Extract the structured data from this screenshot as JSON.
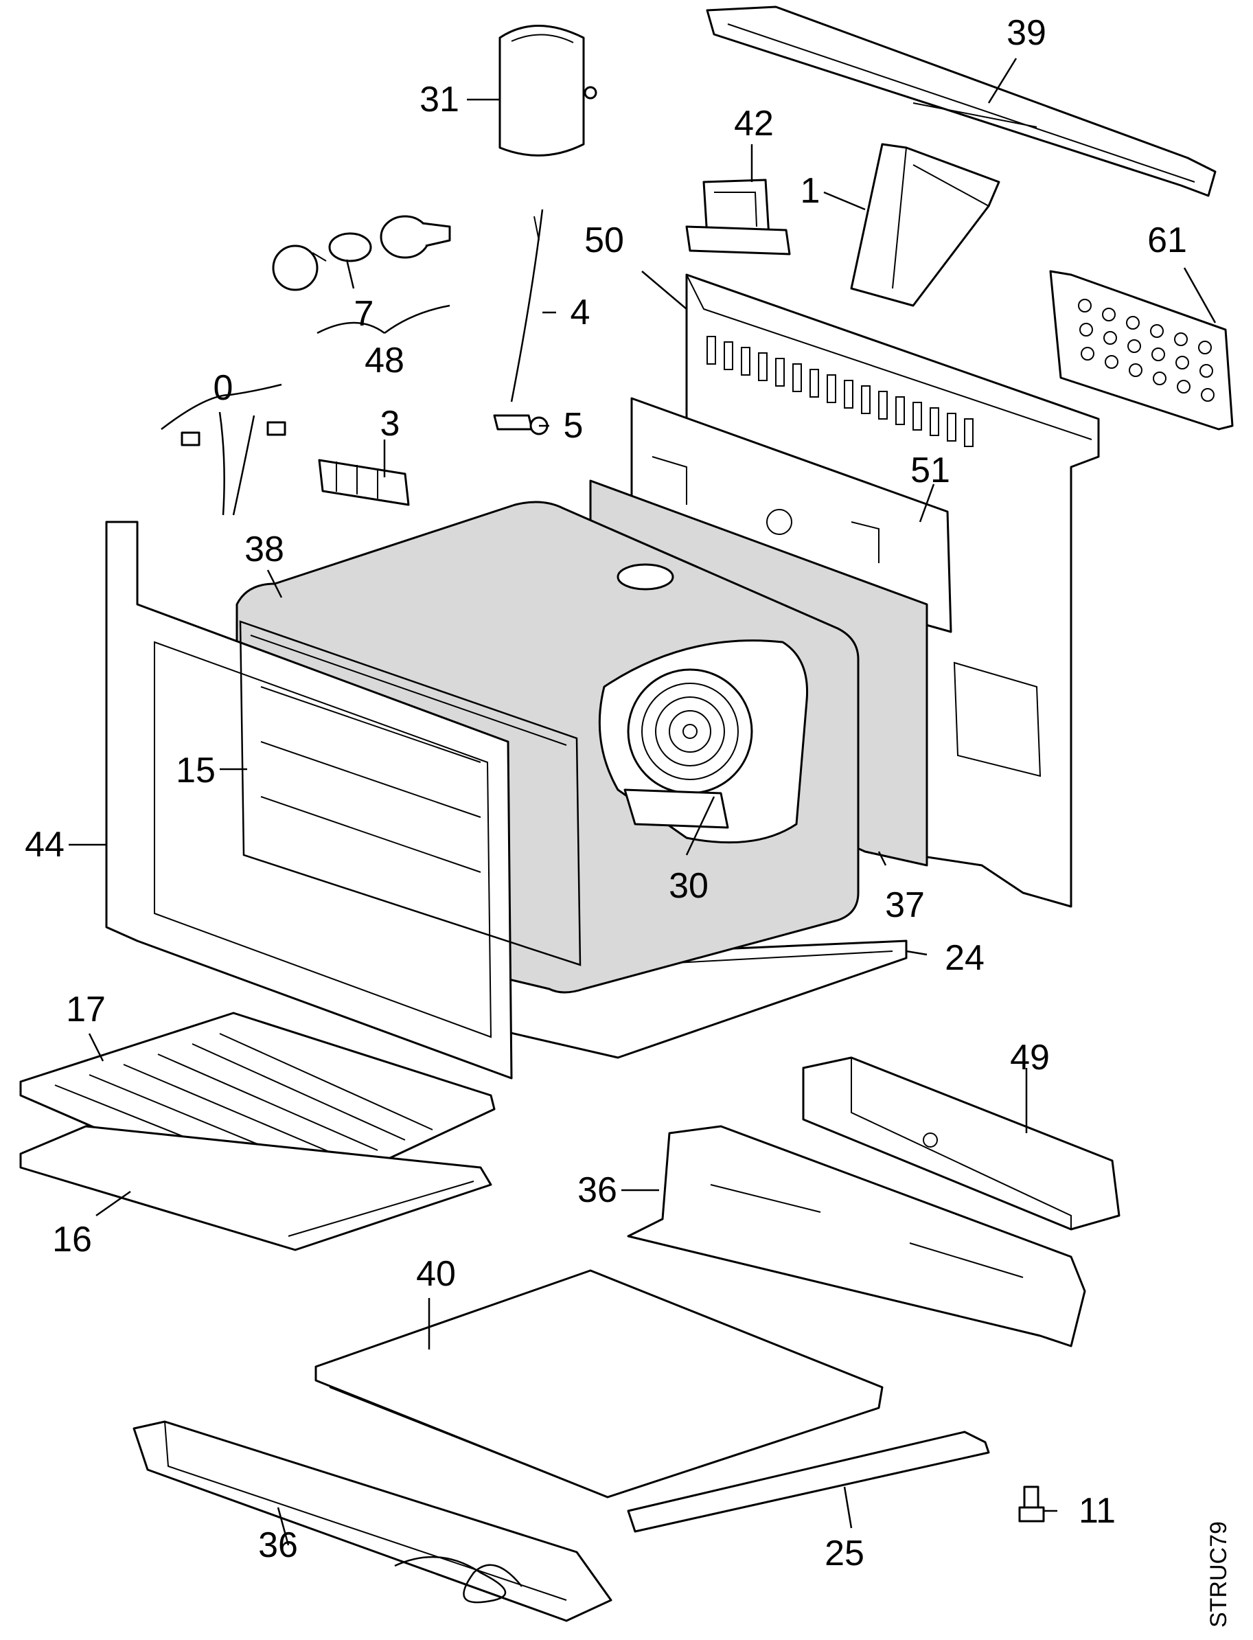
{
  "diagram": {
    "drawing_code": "STRUC79",
    "part_labels": [
      {
        "key": "p31",
        "text": "31"
      },
      {
        "key": "p39",
        "text": "39"
      },
      {
        "key": "p42",
        "text": "42"
      },
      {
        "key": "p1",
        "text": "1"
      },
      {
        "key": "p50",
        "text": "50"
      },
      {
        "key": "p61",
        "text": "61"
      },
      {
        "key": "p7",
        "text": "7"
      },
      {
        "key": "p4",
        "text": "4"
      },
      {
        "key": "p48",
        "text": "48"
      },
      {
        "key": "p0",
        "text": "0"
      },
      {
        "key": "p3",
        "text": "3"
      },
      {
        "key": "p5",
        "text": "5"
      },
      {
        "key": "p51",
        "text": "51"
      },
      {
        "key": "p38",
        "text": "38"
      },
      {
        "key": "p15",
        "text": "15"
      },
      {
        "key": "p44",
        "text": "44"
      },
      {
        "key": "p30",
        "text": "30"
      },
      {
        "key": "p37",
        "text": "37"
      },
      {
        "key": "p24",
        "text": "24"
      },
      {
        "key": "p17",
        "text": "17"
      },
      {
        "key": "p49",
        "text": "49"
      },
      {
        "key": "p36a",
        "text": "36"
      },
      {
        "key": "p16",
        "text": "16"
      },
      {
        "key": "p40",
        "text": "40"
      },
      {
        "key": "p11",
        "text": "11"
      },
      {
        "key": "p36b",
        "text": "36"
      },
      {
        "key": "p25",
        "text": "25"
      }
    ]
  }
}
